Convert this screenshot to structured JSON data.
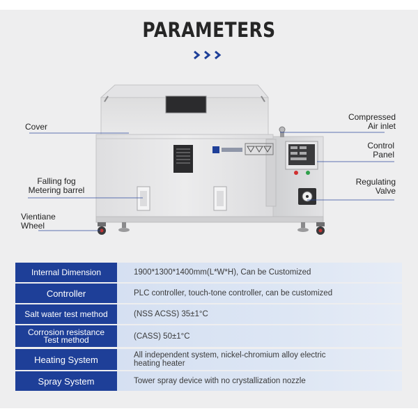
{
  "title": "PARAMETERS",
  "callouts": {
    "cover": "Cover",
    "compressed_air_line1": "Compressed",
    "compressed_air_line2": "Air inlet",
    "control_panel_line1": "Control",
    "control_panel_line2": "Panel",
    "falling_fog_line1": "Falling fog",
    "falling_fog_line2": "Metering barrel",
    "regulating_valve_line1": "Regulating",
    "regulating_valve_line2": "Valve",
    "wheel_line1": "Vientiane",
    "wheel_line2": "Wheel"
  },
  "colors": {
    "key_bg": "#1e3f98",
    "value_bg": "#d9e3f3",
    "chevron": "#1e3f98",
    "machine_body": "#e4e4e5"
  },
  "parameters": [
    {
      "key": "Internal Dimension",
      "value": "1900*1300*1400mm(L*W*H), Can be Customized"
    },
    {
      "key": "Controller",
      "value": "PLC controller, touch-tone controller, can be customized"
    },
    {
      "key": "Salt water test method",
      "value": "(NSS ACSS) 35±1°C"
    },
    {
      "key_line1": "Corrosion resistance",
      "key_line2": "Test method",
      "value": "(CASS) 50±1°C"
    },
    {
      "key": "Heating System",
      "value_line1": "All independent system, nickel-chromium alloy electric",
      "value_line2": "heating heater"
    },
    {
      "key": "Spray System",
      "value": "Tower spray device with no crystallization nozzle"
    }
  ]
}
